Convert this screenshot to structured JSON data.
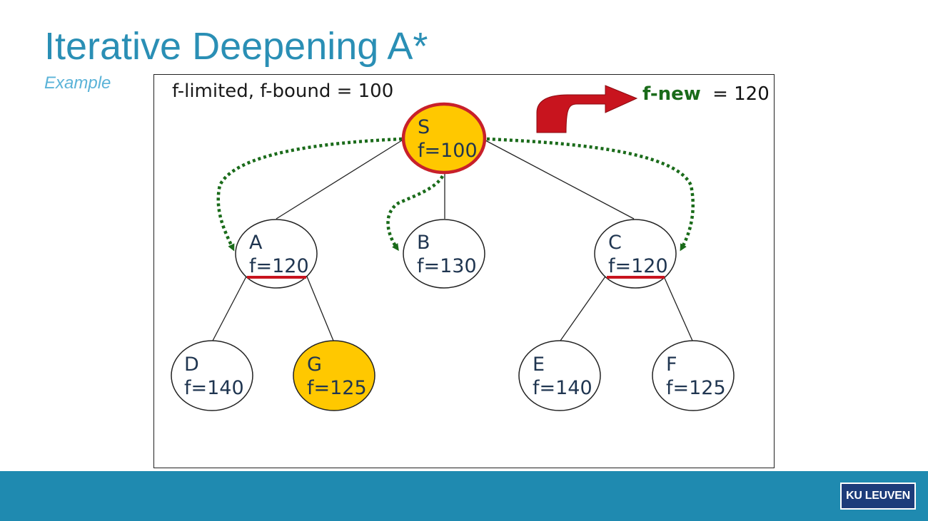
{
  "slide": {
    "title": "Iterative Deepening A*",
    "subtitle": "Example"
  },
  "diagram": {
    "bound_text": "f-limited, f-bound = 100",
    "f_new_label": "f-new",
    "f_new_value": "= 120",
    "nodes": [
      {
        "id": "S",
        "label": "S",
        "f": "f=100",
        "highlighted": true,
        "current": true
      },
      {
        "id": "A",
        "label": "A",
        "f": "f=120",
        "highlighted": false,
        "cut": true
      },
      {
        "id": "B",
        "label": "B",
        "f": "f=130",
        "highlighted": false
      },
      {
        "id": "C",
        "label": "C",
        "f": "f=120",
        "highlighted": false,
        "cut": true
      },
      {
        "id": "D",
        "label": "D",
        "f": "f=140",
        "highlighted": false
      },
      {
        "id": "G",
        "label": "G",
        "f": "f=125",
        "highlighted": true
      },
      {
        "id": "E",
        "label": "E",
        "f": "f=140",
        "highlighted": false
      },
      {
        "id": "F",
        "label": "F",
        "f": "f=125",
        "highlighted": false
      }
    ],
    "edges": [
      [
        "S",
        "A"
      ],
      [
        "S",
        "B"
      ],
      [
        "S",
        "C"
      ],
      [
        "A",
        "D"
      ],
      [
        "A",
        "G"
      ],
      [
        "C",
        "E"
      ],
      [
        "C",
        "F"
      ]
    ],
    "colors": {
      "highlight_fill": "#ffc800",
      "current_border": "#c8202a",
      "arrow_green": "#1a6b1a",
      "red_arrow": "#c8141e",
      "cut_line": "#c8141e"
    }
  },
  "footer": {
    "logo_text": "KU LEUVEN"
  }
}
